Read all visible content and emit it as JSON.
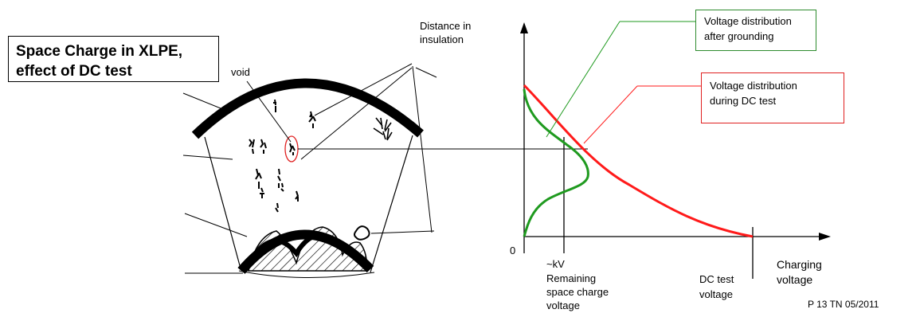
{
  "title": {
    "line1": "Space Charge in XLPE,",
    "line2": "effect of DC test"
  },
  "labels": {
    "void": "void",
    "y_axis_line1": "Distance in",
    "y_axis_line2": "insulation",
    "origin": "0",
    "kv": "~kV",
    "remaining_line1": "Remaining",
    "remaining_line2": "space charge",
    "remaining_line3": "voltage",
    "dc_test_line1": "DC  test",
    "dc_test_line2": "voltage",
    "charging_line1": "Charging",
    "charging_line2": "voltage",
    "footer": "P 13 TN 05/2011"
  },
  "legend": {
    "after_grounding": {
      "line1": "Voltage distribution",
      "line2": "after grounding",
      "color": "#2e8b2e"
    },
    "during_test": {
      "line1": "Voltage distribution",
      "line2": "during DC  test",
      "color": "#e02020"
    }
  },
  "colors": {
    "red_curve": "#ff1a1a",
    "green_curve": "#1f9a1f",
    "ink": "#000000",
    "void_marker": "#e02020"
  }
}
